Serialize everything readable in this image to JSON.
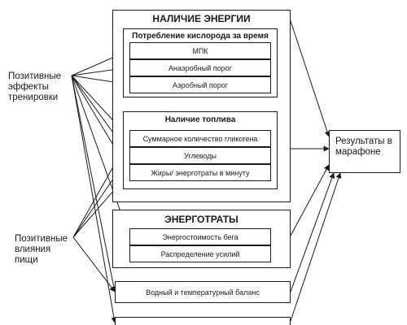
{
  "energy": {
    "title": "НАЛИЧИЕ ЭНЕРГИИ",
    "oxygen": {
      "title": "Потребление кислорода за время",
      "items": [
        "МПК",
        "Анаэробный порог",
        "Аэробный порог"
      ]
    },
    "fuel": {
      "title": "Наличие топлива",
      "items": [
        "Суммарное количество гликогена",
        "Углеводы",
        "Жиры/ энерготраты в минуту"
      ]
    }
  },
  "expenditure": {
    "title": "ЭНЕРГОТРАТЫ",
    "items": [
      "Энергостоимость бега",
      "Распределение усилий"
    ]
  },
  "water_balance": "Водный и температурный баланс",
  "left_nodes": {
    "training": "Позитивные эффекты тренировки",
    "nutrition": "Позитивные влияния пищи"
  },
  "result": "Результаты в марафоне"
}
